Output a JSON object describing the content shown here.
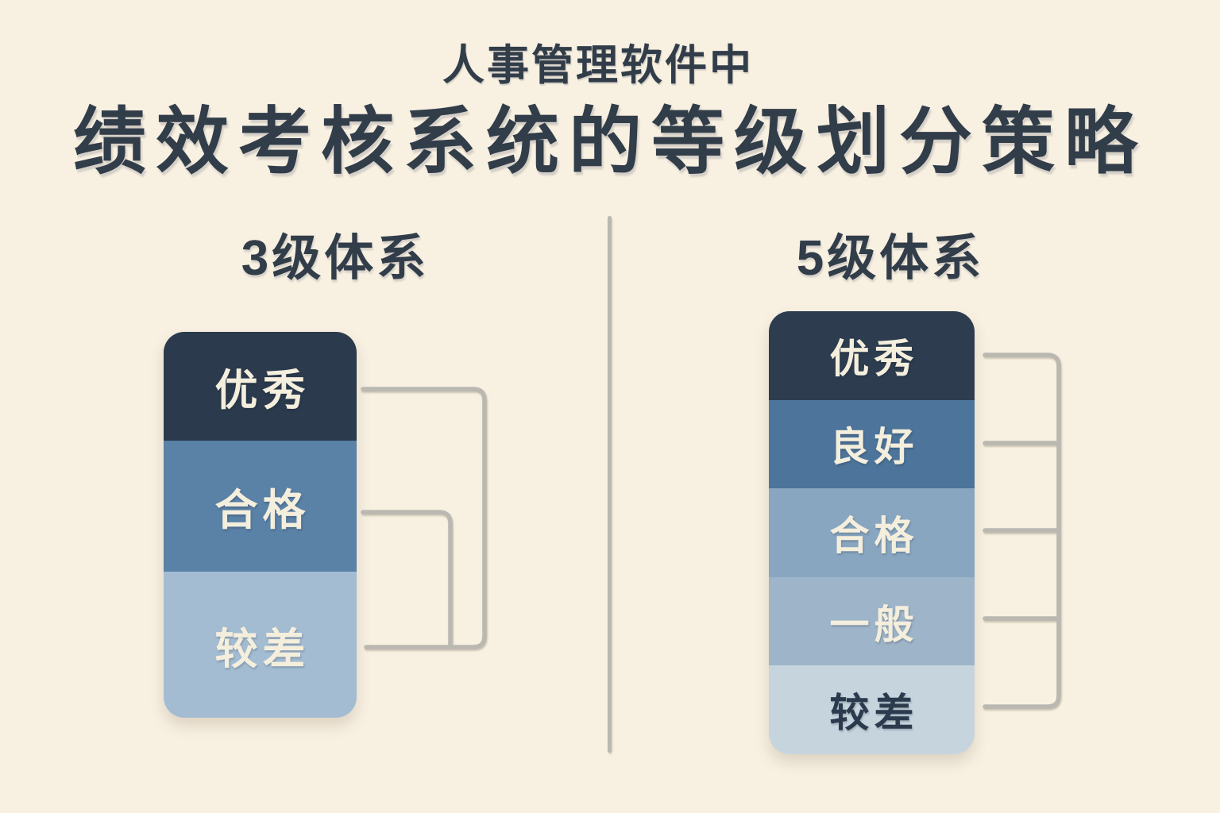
{
  "page": {
    "subtitle": "人事管理软件中",
    "title": "绩效考核系统的等级划分策略",
    "background_color": "#f8f0e1",
    "text_color": "#323d4a",
    "connector_color": "#bab8b1"
  },
  "systems": [
    {
      "id": "three-level",
      "heading": "3级体系",
      "levels": [
        {
          "label": "优秀",
          "bg": "#2b3a4d",
          "text_color": "#f4eedd"
        },
        {
          "label": "合格",
          "bg": "#5a81a6",
          "text_color": "#f4eedd"
        },
        {
          "label": "较差",
          "bg": "#a3bcd2",
          "text_color": "#f4eedd"
        }
      ]
    },
    {
      "id": "five-level",
      "heading": "5级体系",
      "levels": [
        {
          "label": "优秀",
          "bg": "#2d3c4f",
          "text_color": "#f4eedd"
        },
        {
          "label": "良好",
          "bg": "#4d749a",
          "text_color": "#f4eedd"
        },
        {
          "label": "合格",
          "bg": "#89a6c0",
          "text_color": "#f4eedd"
        },
        {
          "label": "一般",
          "bg": "#9eb4c8",
          "text_color": "#f4eedd"
        },
        {
          "label": "较差",
          "bg": "#c6d4de",
          "text_color": "#2b3a4d"
        }
      ]
    }
  ]
}
